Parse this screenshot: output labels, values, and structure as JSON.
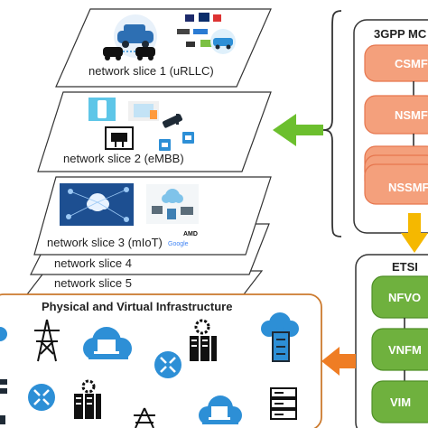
{
  "slices": {
    "slice1": "network slice 1 (uRLLC)",
    "slice2": "network slice 2 (eMBB)",
    "slice3": "network slice 3 (mIoT)",
    "slice4": "network slice 4",
    "slice5": "network slice 5",
    "logo_amd": "AMD",
    "logo_google": "Google"
  },
  "mgmt_3gpp": {
    "title": "3GPP MC",
    "functions": [
      "CSMF",
      "NSMF",
      "NSSMF"
    ]
  },
  "etsi": {
    "title": "ETSI",
    "functions": [
      "NFVO",
      "VNFM",
      "VIM"
    ]
  },
  "infrastructure": {
    "title": "Physical and Virtual Infrastructure"
  },
  "colors": {
    "mgmt_box": "#f4a07c",
    "mgmt_border": "#e6764e",
    "etsi_box": "#6fb13e",
    "etsi_border": "#4f8f27",
    "infra_border": "#cc7a2e",
    "arrow_green": "#6cbf2e",
    "arrow_yellow": "#f5b800",
    "arrow_orange": "#ef7d24",
    "icon_blue": "#2d8fd6",
    "icon_dark": "#1e2a36"
  }
}
